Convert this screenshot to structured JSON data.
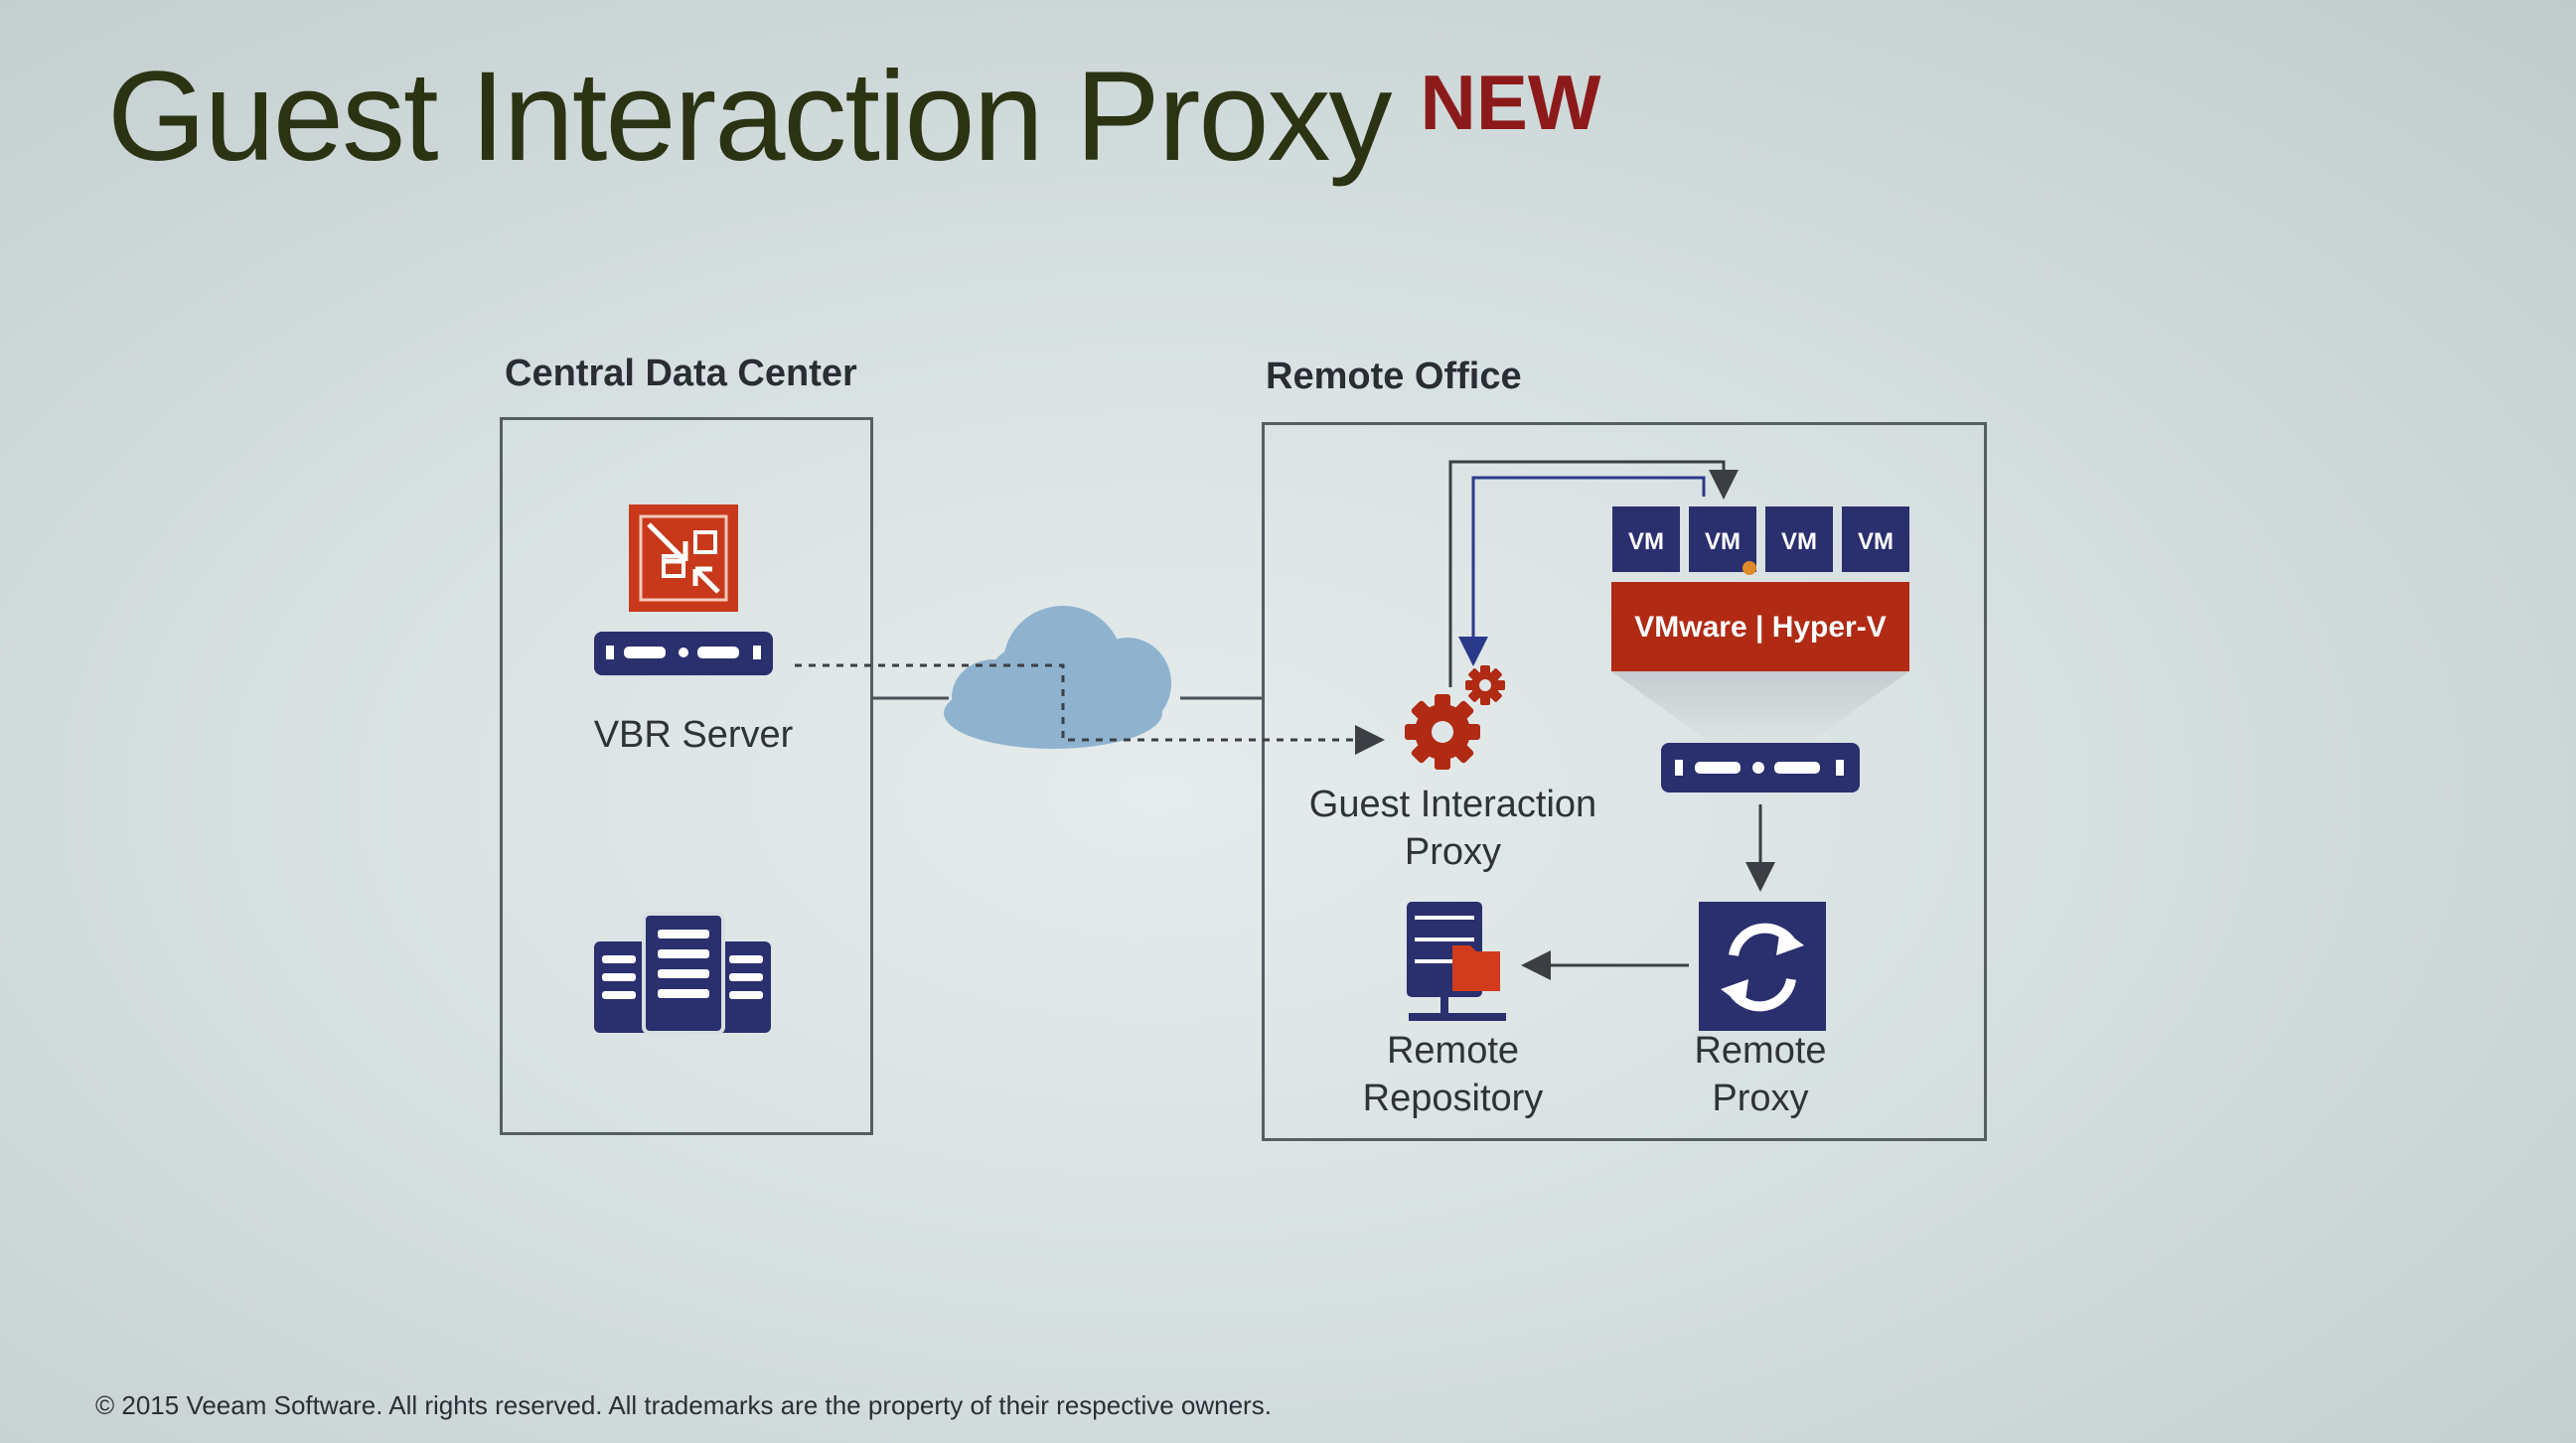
{
  "slide": {
    "title": "Guest Interaction Proxy",
    "badge": "NEW",
    "footer": "© 2015 Veeam Software. All rights reserved. All trademarks are the property of their respective owners."
  },
  "diagram": {
    "central": {
      "label": "Central Data Center",
      "vbr_server": "VBR Server"
    },
    "remote": {
      "label": "Remote Office",
      "vms": [
        "VM",
        "VM",
        "VM",
        "VM"
      ],
      "hypervisor": "VMware | Hyper-V",
      "guest_proxy": [
        "Guest Interaction",
        "Proxy"
      ],
      "remote_repository": [
        "Remote",
        "Repository"
      ],
      "remote_proxy": [
        "Remote",
        "Proxy"
      ]
    }
  },
  "colors": {
    "title": "#2b3313",
    "badge": "#8c1a1a",
    "vm_tile": "#2a2f6e",
    "server": "#2a2f6e",
    "hypervisor": "#b02a14",
    "gear": "#b02a14",
    "vbr_icon": "#c8391b",
    "cloud": "#8fb3cf"
  },
  "icons": [
    "vbr-logo-icon",
    "server-icon",
    "cloud-icon",
    "gear-icon",
    "data-center-icon",
    "repository-icon",
    "refresh-icon"
  ]
}
